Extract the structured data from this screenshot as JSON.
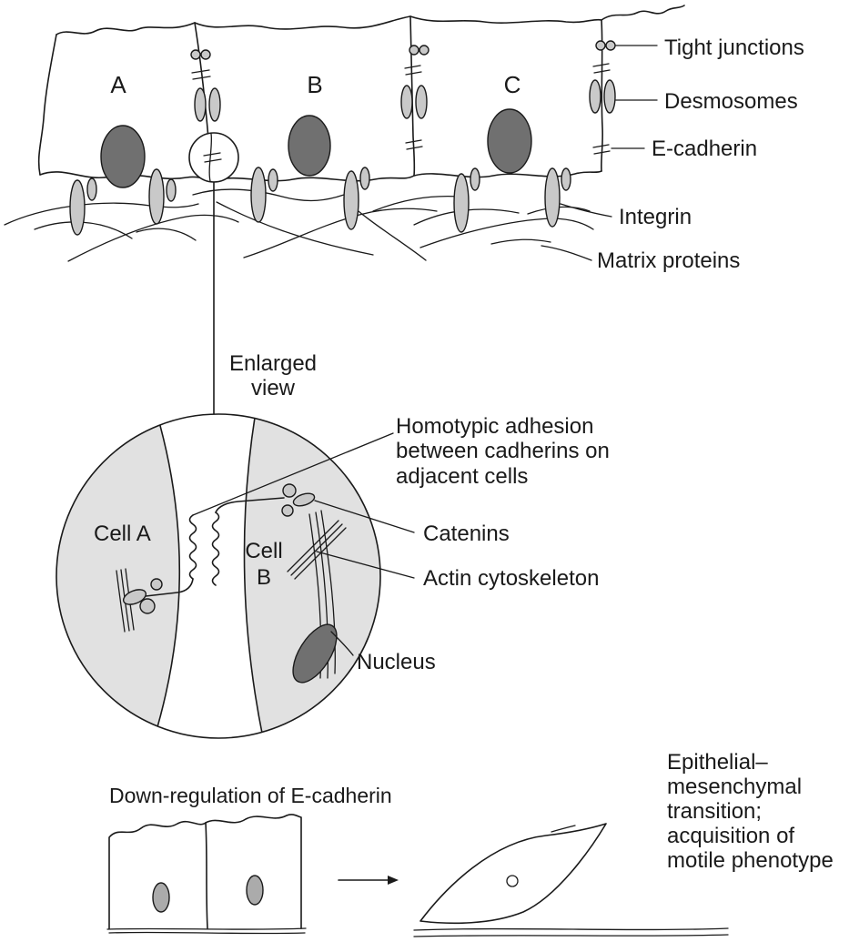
{
  "top_panel": {
    "cell_labels": {
      "a": "A",
      "b": "B",
      "c": "C"
    },
    "callouts": {
      "tight_junctions": "Tight junctions",
      "desmosomes": "Desmosomes",
      "e_cadherin": "E-cadherin",
      "integrin": "Integrin",
      "matrix_proteins": "Matrix proteins"
    }
  },
  "enlarged_view": {
    "caption": [
      "Enlarged",
      "view"
    ],
    "homotypic_adhesion": [
      "Homotypic adhesion",
      "between cadherins on",
      "adjacent cells"
    ],
    "cell_a": "Cell A",
    "cell_b": [
      "Cell",
      "B"
    ],
    "catenins": "Catenins",
    "actin_cytoskeleton": "Actin cytoskeleton",
    "nucleus": "Nucleus"
  },
  "bottom_panel": {
    "title": "Down-regulation of E-cadherin",
    "outcome": [
      "Epithelial–",
      "mesenchymal",
      "transition;",
      "acquisition of",
      "motile phenotype"
    ]
  },
  "colors": {
    "nucleus_dark": "#707070",
    "nucleus_light": "#ababab",
    "organelle_gray": "#c9c9c9",
    "cell_region": "#e1e1e1",
    "line": "#1a1a1a"
  }
}
